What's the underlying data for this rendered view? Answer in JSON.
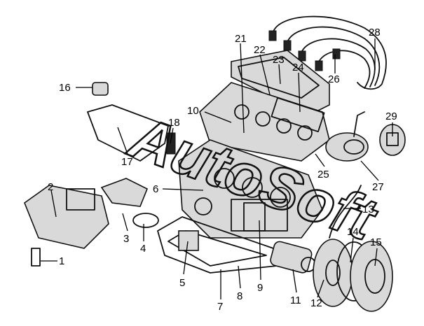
{
  "diagram": {
    "watermark": "AutoSoft",
    "callouts": [
      {
        "id": 1,
        "label": "1"
      },
      {
        "id": 2,
        "label": "2"
      },
      {
        "id": 3,
        "label": "3"
      },
      {
        "id": 4,
        "label": "4"
      },
      {
        "id": 5,
        "label": "5"
      },
      {
        "id": 6,
        "label": "6"
      },
      {
        "id": 7,
        "label": "7"
      },
      {
        "id": 8,
        "label": "8"
      },
      {
        "id": 9,
        "label": "9"
      },
      {
        "id": 10,
        "label": "10"
      },
      {
        "id": 11,
        "label": "11"
      },
      {
        "id": 12,
        "label": "12"
      },
      {
        "id": 13,
        "label": "13"
      },
      {
        "id": 14,
        "label": "14"
      },
      {
        "id": 15,
        "label": "15"
      },
      {
        "id": 16,
        "label": "16"
      },
      {
        "id": 17,
        "label": "17"
      },
      {
        "id": 18,
        "label": "18"
      },
      {
        "id": 21,
        "label": "21"
      },
      {
        "id": 22,
        "label": "22"
      },
      {
        "id": 23,
        "label": "23"
      },
      {
        "id": 24,
        "label": "24"
      },
      {
        "id": 25,
        "label": "25"
      },
      {
        "id": 26,
        "label": "26"
      },
      {
        "id": 27,
        "label": "27"
      },
      {
        "id": 28,
        "label": "28"
      },
      {
        "id": 29,
        "label": "29"
      }
    ]
  }
}
